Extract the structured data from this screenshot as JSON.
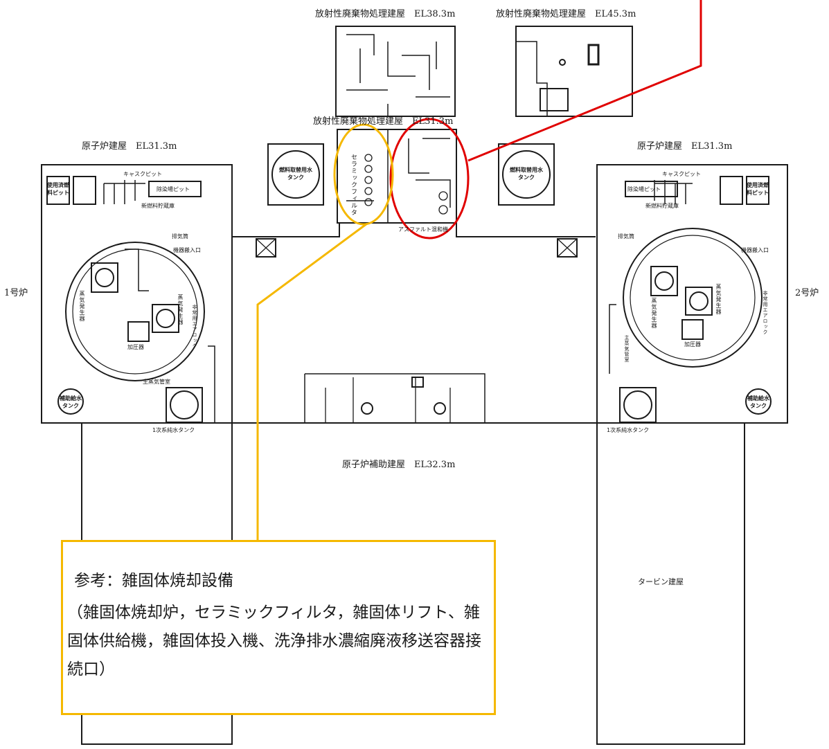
{
  "labels": {
    "radwaste_el38": "放射性廃棄物処理建屋　EL38.3m",
    "radwaste_el45": "放射性廃棄物処理建屋　EL45.3m",
    "radwaste_el31": "放射性廃棄物処理建屋　EL31.3m",
    "reactor_left": "原子炉建屋　EL31.3m",
    "reactor_right": "原子炉建屋　EL31.3m",
    "unit1": "1号炉",
    "unit2": "2号炉",
    "aux_building": "原子炉補助建屋　EL32.3m",
    "turbine_building": "タービン建屋"
  },
  "rooms": {
    "cask_pit": "キャスクピット",
    "spent_fuel_pit": "使用済燃料ピット",
    "decon_pit": "除染場ピット",
    "new_fuel_storage": "新燃料貯蔵庫",
    "fuel_water_tank": "燃料取替用水タンク",
    "ceramic_filter": "セラミックフィルタ",
    "asphalt": "アスファルト混和機",
    "exhaust_tube": "排気筒",
    "equipment_hatch": "機器搬入口",
    "steam_generator": "蒸気発生器",
    "pressurizer": "加圧器",
    "emergency_airlock": "非常用エアロック",
    "main_steam_pipe": "主蒸気管室",
    "aux_feedwater_tank": "補助給水タンク",
    "primary_pure_water_tank": "1次系純水タンク"
  },
  "note": {
    "title": "参考：雑固体焼却設備",
    "body": "（雑固体焼却炉，セラミックフィルタ，雑固体リフト、雑固体供給機，雑固体投入機、洗浄排水濃縮廃液移送容器接続口）"
  },
  "colors": {
    "callout_red": "#e00000",
    "callout_yellow": "#f5b800",
    "line": "#1a1a1a"
  }
}
